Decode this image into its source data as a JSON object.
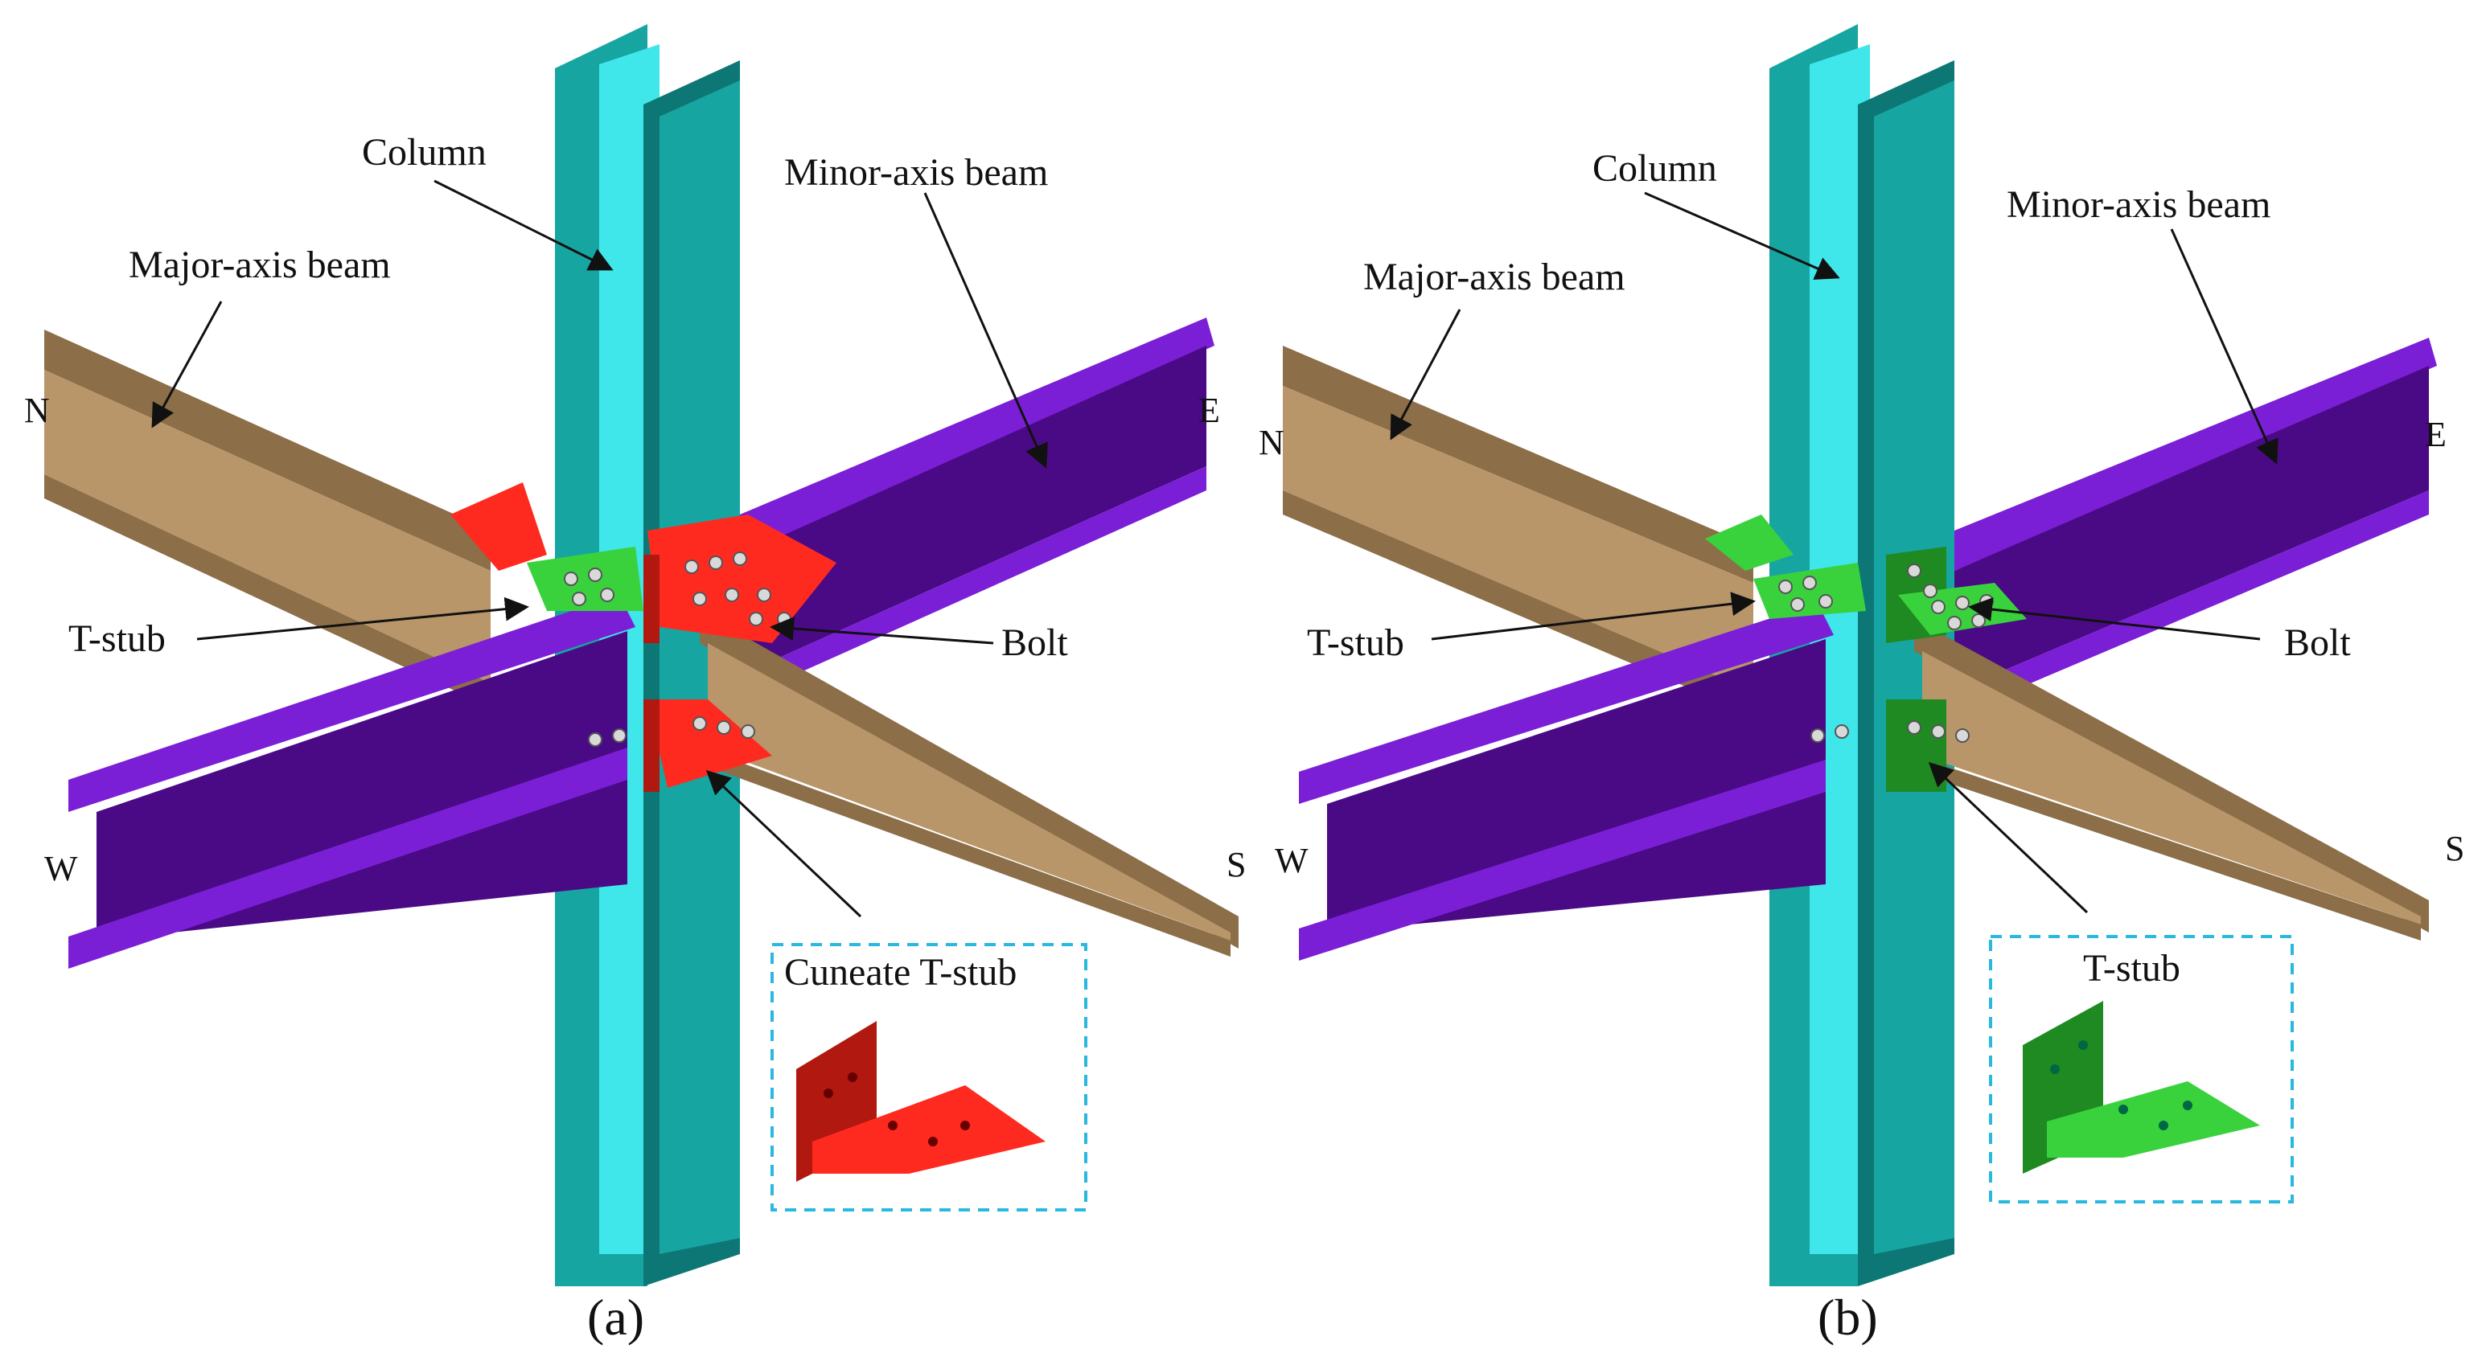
{
  "panels": [
    {
      "id": "a",
      "caption": "(a)",
      "labels": {
        "column": "Column",
        "major_beam": "Major-axis beam",
        "minor_beam": "Minor-axis beam",
        "tstub": "T-stub",
        "bolt": "Bolt",
        "inset_title": "Cuneate T-stub"
      },
      "directions": {
        "north": "N",
        "east": "E",
        "west": "W",
        "south": "S"
      },
      "connector_color": "#ff2a1f",
      "connector_dark": "#b01810"
    },
    {
      "id": "b",
      "caption": "(b)",
      "labels": {
        "column": "Column",
        "major_beam": "Major-axis beam",
        "minor_beam": "Minor-axis beam",
        "tstub": "T-stub",
        "bolt": "Bolt",
        "inset_title": "T-stub"
      },
      "directions": {
        "north": "N",
        "east": "E",
        "west": "W",
        "south": "S"
      },
      "connector_color": "#39d23c",
      "connector_dark": "#1f8a22"
    }
  ],
  "colors": {
    "column_face": "#17a5a2",
    "column_web": "#3fe6ea",
    "column_dark": "#0d7775",
    "major_beam": "#b8966a",
    "major_beam_dark": "#8c6e48",
    "minor_beam": "#7a1fd6",
    "minor_beam_dark": "#4a0a86",
    "inset_border": "#29b8e0"
  }
}
